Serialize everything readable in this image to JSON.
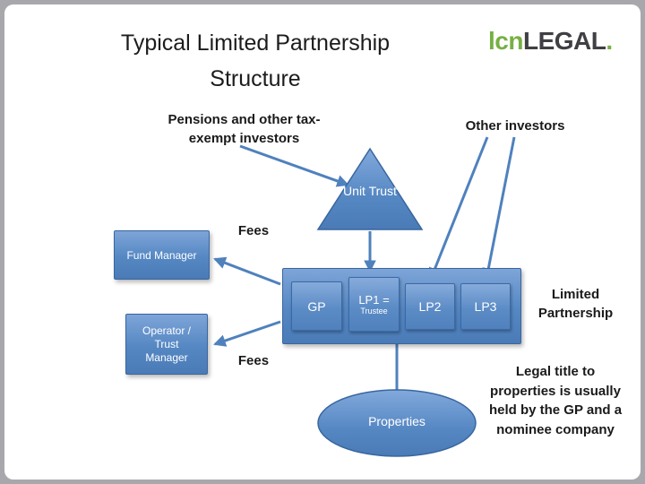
{
  "title": "Typical Limited Partnership Structure",
  "logo": {
    "lcn": "lcn",
    "legal": "LEGAL",
    "dot": "."
  },
  "annotations": {
    "pensions": "Pensions and other tax-exempt investors",
    "other_investors": "Other investors",
    "fees_top": "Fees",
    "fees_bottom": "Fees",
    "limited_partnership": "Limited Partnership",
    "legal_note": "Legal title to properties is usually held by the GP and a nominee company"
  },
  "nodes": {
    "unit_trust": "Unit Trust",
    "fund_manager": "Fund Manager",
    "operator": "Operator / Trust Manager",
    "gp": "GP",
    "lp1_main": "LP1 =",
    "lp1_sub": "Trustee",
    "lp2": "LP2",
    "lp3": "LP3",
    "properties": "Properties"
  },
  "colors": {
    "shape_fill": "#5587c3",
    "shape_border": "#39669f",
    "arrow": "#4f81bd",
    "logo_green": "#76b043",
    "logo_dark": "#3f3f44"
  }
}
